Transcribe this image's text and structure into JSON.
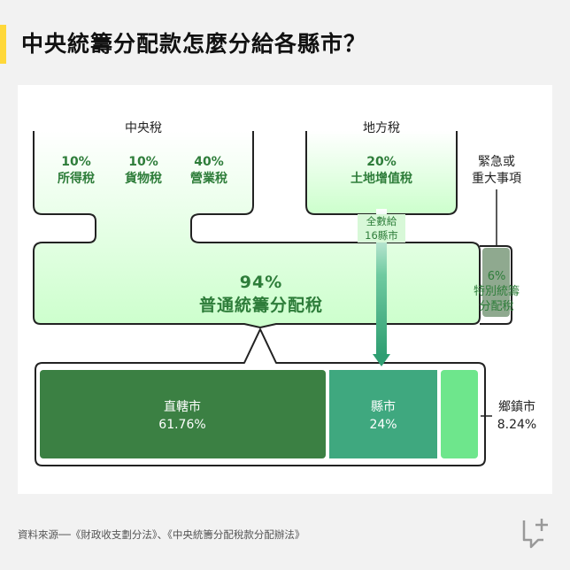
{
  "title": "中央統籌分配款怎麼分給各縣市？",
  "central_tax": {
    "label": "中央稅",
    "items": [
      {
        "percent": "10%",
        "name": "所得稅"
      },
      {
        "percent": "10%",
        "name": "貨物稅"
      },
      {
        "percent": "40%",
        "name": "營業稅"
      }
    ]
  },
  "local_tax": {
    "label": "地方稅",
    "item": {
      "percent": "20%",
      "name": "土地增值稅"
    },
    "flow_note_line1": "全數給",
    "flow_note_line2": "16縣市"
  },
  "emergency": {
    "line1": "緊急或",
    "line2": "重大事項"
  },
  "general_fund": {
    "percent": "94%",
    "name": "普通統籌分配稅"
  },
  "special_fund": {
    "percent": "6%",
    "line1": "特別統籌",
    "line2": "分配稅"
  },
  "allocation": [
    {
      "name": "直轄市",
      "percent": "61.76%"
    },
    {
      "name": "縣市",
      "percent": "24%"
    },
    {
      "name": "鄉鎮市",
      "percent": "8.24%"
    }
  ],
  "source": "資料來源──《財政收支劃分法》、《中央統籌分配稅款分配辦法》",
  "colors": {
    "light_green": "#ccffcc",
    "dark_green": "#3b8043",
    "mid_green": "#3fa87f",
    "bright_green": "#6ee68c",
    "gray_green": "#8fa98f",
    "accent_yellow": "#ffd83a"
  }
}
